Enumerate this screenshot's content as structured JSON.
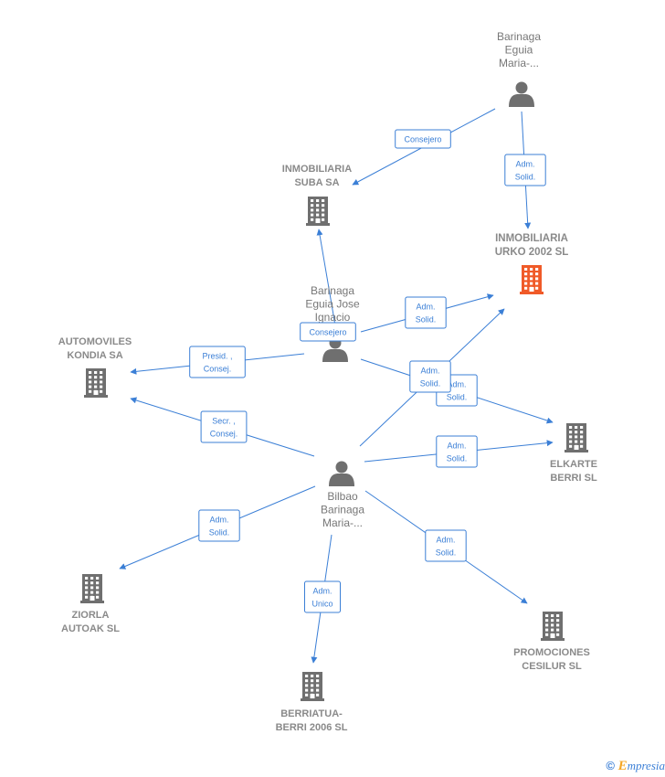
{
  "colors": {
    "edge": "#3b7fd6",
    "company": "#6f6f6f",
    "company_focus": "#f05a28",
    "person": "#6f6f6f",
    "label": "#8a8a8a"
  },
  "nodes": [
    {
      "id": "p1",
      "type": "person",
      "label_lines": [
        "Barinaga",
        "Eguia",
        "Maria-..."
      ]
    },
    {
      "id": "p2",
      "type": "person",
      "label_lines": [
        "Barinaga",
        "Eguia Jose",
        "Ignacio"
      ]
    },
    {
      "id": "p3",
      "type": "person",
      "label_lines": [
        "Bilbao",
        "Barinaga",
        "Maria-..."
      ]
    },
    {
      "id": "c1",
      "type": "company",
      "label_lines": [
        "INMOBILIARIA",
        "SUBA SA"
      ]
    },
    {
      "id": "c2",
      "type": "company",
      "focus": true,
      "label_lines": [
        "INMOBILIARIA",
        "URKO 2002 SL"
      ]
    },
    {
      "id": "c3",
      "type": "company",
      "label_lines": [
        "AUTOMOVILES",
        "KONDIA SA"
      ]
    },
    {
      "id": "c4",
      "type": "company",
      "label_lines": [
        "ELKARTE",
        "BERRI SL"
      ]
    },
    {
      "id": "c5",
      "type": "company",
      "label_lines": [
        "ZIORLA",
        "AUTOAK SL"
      ]
    },
    {
      "id": "c6",
      "type": "company",
      "label_lines": [
        "BERRIATUA-",
        "BERRI 2006 SL"
      ]
    },
    {
      "id": "c7",
      "type": "company",
      "label_lines": [
        "PROMOCIONES",
        "CESILUR SL"
      ]
    }
  ],
  "edges": [
    {
      "from": "p1",
      "to": "c1",
      "label_lines": [
        "Consejero"
      ]
    },
    {
      "from": "p1",
      "to": "c2",
      "label_lines": [
        "Adm.",
        "Solid."
      ]
    },
    {
      "from": "p2",
      "to": "c1",
      "label_lines": [
        "Consejero"
      ]
    },
    {
      "from": "p2",
      "to": "c2",
      "label_lines": [
        "Adm.",
        "Solid."
      ]
    },
    {
      "from": "p2",
      "to": "c3",
      "label_lines": [
        "Presid. ,",
        "Consej."
      ]
    },
    {
      "from": "p2",
      "to": "c4",
      "label_lines": [
        "Adm.",
        "Solid."
      ]
    },
    {
      "from": "p3",
      "to": "c2",
      "label_lines": [
        "Adm.",
        "Solid."
      ]
    },
    {
      "from": "p3",
      "to": "c3",
      "label_lines": [
        "Secr. ,",
        "Consej."
      ]
    },
    {
      "from": "p3",
      "to": "c4",
      "label_lines": [
        "Adm.",
        "Solid."
      ]
    },
    {
      "from": "p3",
      "to": "c5",
      "label_lines": [
        "Adm.",
        "Solid."
      ]
    },
    {
      "from": "p3",
      "to": "c6",
      "label_lines": [
        "Adm.",
        "Unico"
      ]
    },
    {
      "from": "p3",
      "to": "c7",
      "label_lines": [
        "Adm.",
        "Solid."
      ]
    }
  ],
  "footer": {
    "copyright_symbol": "©",
    "brand_initial": "E",
    "brand_rest": "mpresia"
  }
}
